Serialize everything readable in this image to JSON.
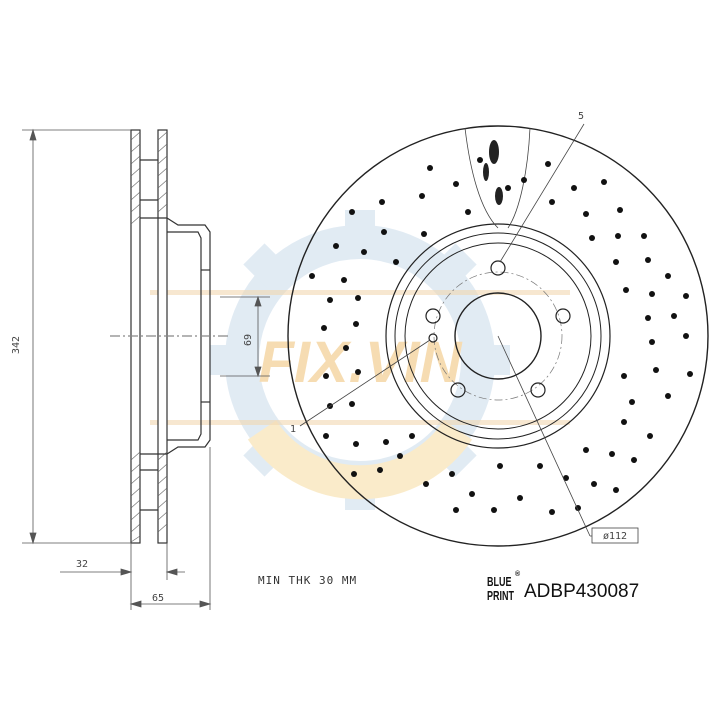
{
  "drawing": {
    "dim_height": "342",
    "dim_hat": "69",
    "dim_offset": "32",
    "dim_width": "65",
    "dim_bolt_circle": "ø112",
    "callout_1": "1",
    "callout_5": "5",
    "min_thickness_note": "MIN THK 30 MM"
  },
  "brand": {
    "line1": "BLUE",
    "line2": "PRINT",
    "registered": "®",
    "part_number": "ADBP430087"
  },
  "watermark": {
    "text": "FIX.VIN",
    "gear_color": "#cfe0ee",
    "gear_color_warm": "#f6dfa0",
    "text_color": "#f3c97a"
  }
}
